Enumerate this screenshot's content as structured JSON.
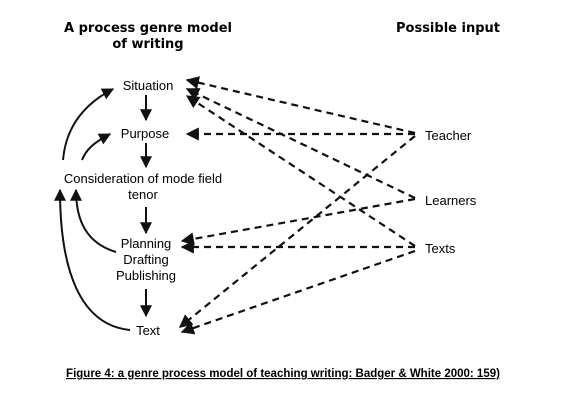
{
  "headings": {
    "model_line1": "A process genre model",
    "model_line2": "of writing",
    "input": "Possible input"
  },
  "model_nodes": {
    "situation": "Situation",
    "purpose": "Purpose",
    "consideration_line1": "Consideration of mode field",
    "consideration_line2": "tenor",
    "planning": "Planning",
    "drafting": "Drafting",
    "publishing": "Publishing",
    "text": "Text"
  },
  "input_nodes": {
    "teacher": "Teacher",
    "learners": "Learners",
    "texts": "Texts"
  },
  "caption": "Figure 4:  a genre process model of teaching writing:  Badger & White 2000: 159)"
}
